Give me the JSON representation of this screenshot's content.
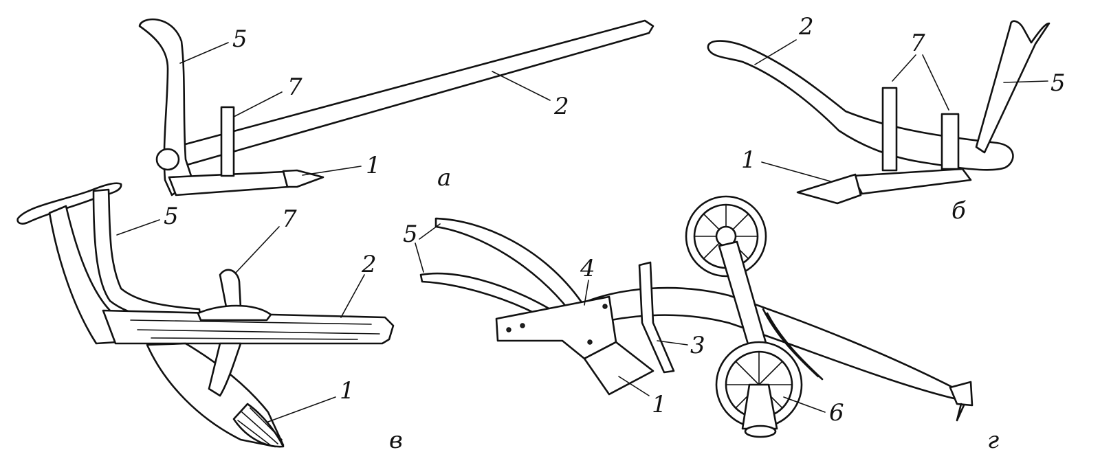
{
  "panels": {
    "a": {
      "letter": "а",
      "labels": {
        "handle": "5",
        "stand": "7",
        "beam": "2",
        "share": "1"
      }
    },
    "b": {
      "letter": "б",
      "labels": {
        "beam": "2",
        "stands": "7",
        "handle": "5",
        "share": "1"
      }
    },
    "v": {
      "letter": "в",
      "labels": {
        "handle": "5",
        "stand": "7",
        "beam": "2",
        "share": "1"
      }
    },
    "g": {
      "letter": "г",
      "labels": {
        "handles": "5",
        "mouldboard": "4",
        "coulter": "3",
        "share": "1",
        "wheels": "6"
      }
    }
  }
}
